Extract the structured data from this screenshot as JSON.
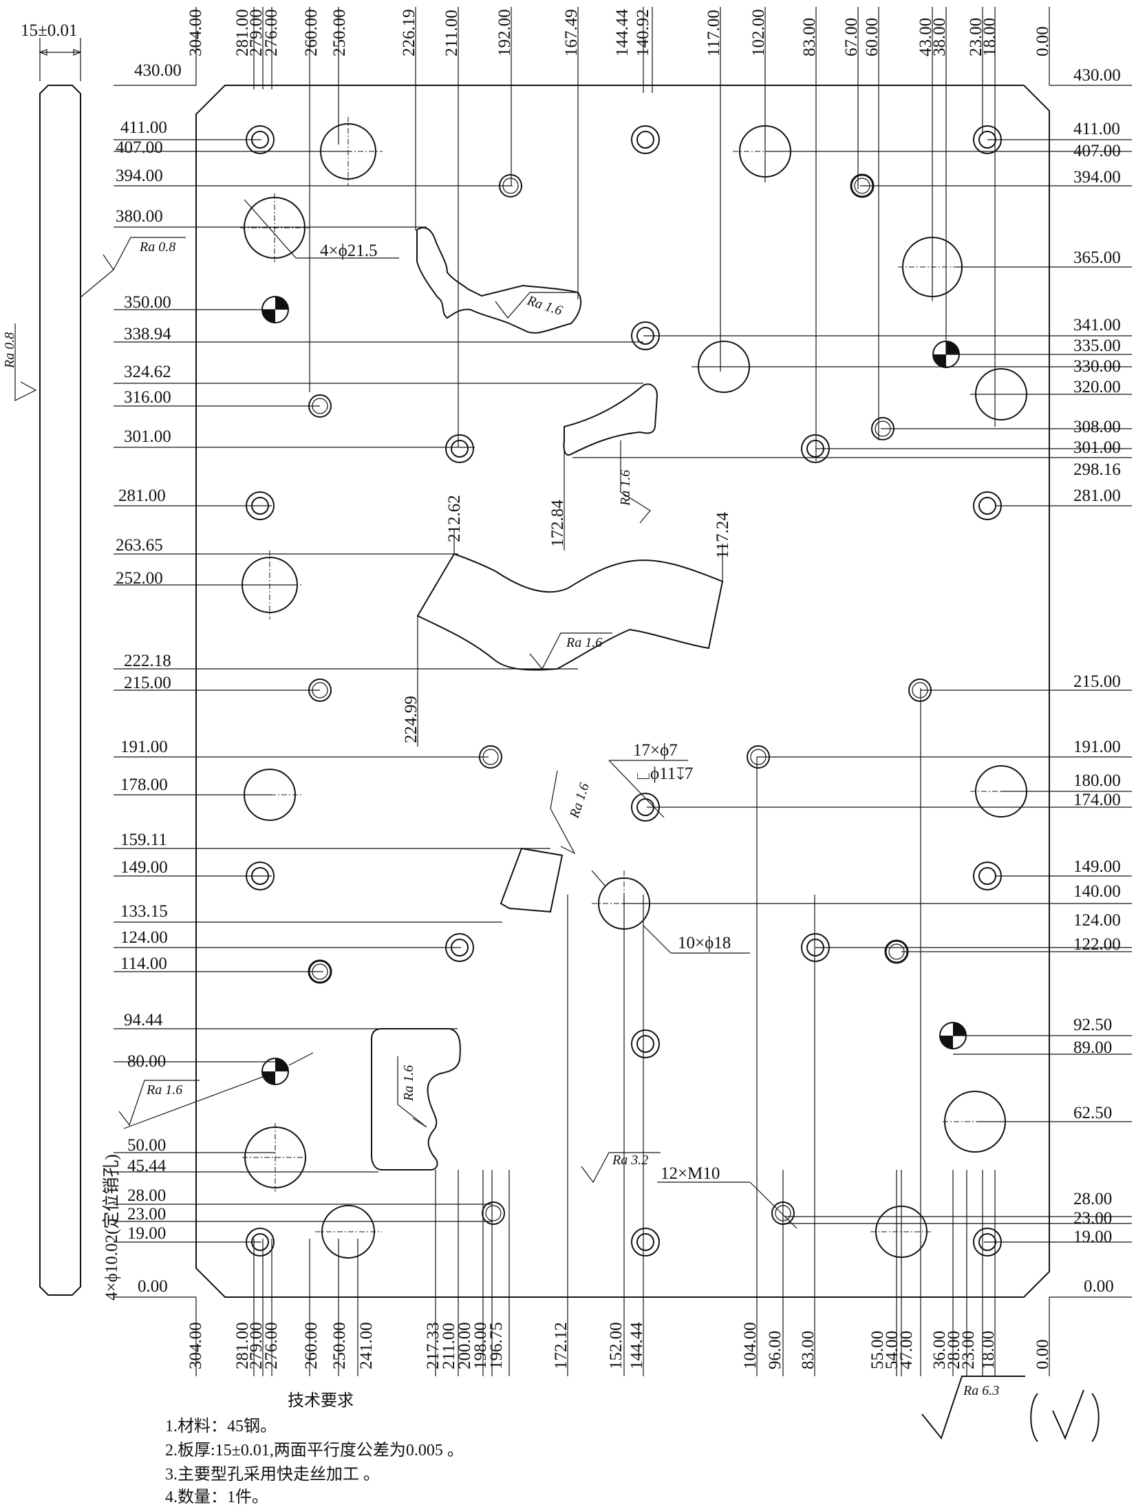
{
  "thickness_dim": "15±0.01",
  "top_labels": [
    "304.00",
    "281.00",
    "279.00",
    "276.00",
    "260.00",
    "250.00",
    "226.19",
    "211.00",
    "192.00",
    "167.49",
    "144.44",
    "140.92",
    "117.00",
    "102.00",
    "83.00",
    "67.00",
    "60.00",
    "43.00",
    "38.00",
    "23.00",
    "18.00",
    "0.00"
  ],
  "bottom_labels": [
    "304.00",
    "281.00",
    "279.00",
    "276.00",
    "260.00",
    "250.00",
    "241.00",
    "217.33",
    "211.00",
    "200.00",
    "198.00",
    "196.75",
    "172.12",
    "152.00",
    "144.44",
    "104.00",
    "96.00",
    "83.00",
    "55.00",
    "54.00",
    "47.00",
    "36.00",
    "28.00",
    "23.00",
    "18.00",
    "0.00"
  ],
  "left_labels": [
    "430.00",
    "411.00",
    "407.00",
    "394.00",
    "380.00",
    "350.00",
    "338.94",
    "324.62",
    "316.00",
    "301.00",
    "281.00",
    "263.65",
    "252.00",
    "222.18",
    "215.00",
    "191.00",
    "178.00",
    "159.11",
    "149.00",
    "133.15",
    "124.00",
    "114.00",
    "94.44",
    "80.00",
    "50.00",
    "45.44",
    "28.00",
    "23.00",
    "19.00",
    "0.00"
  ],
  "right_labels": [
    "430.00",
    "411.00",
    "407.00",
    "394.00",
    "365.00",
    "341.00",
    "335.00",
    "330.00",
    "320.00",
    "308.00",
    "301.00",
    "298.16",
    "281.00",
    "215.00",
    "191.00",
    "180.00",
    "174.00",
    "149.00",
    "140.00",
    "124.00",
    "122.00",
    "92.50",
    "89.00",
    "62.50",
    "28.00",
    "23.00",
    "19.00",
    "0.00"
  ],
  "inner_labels": {
    "d212": "212.62",
    "d117": "117.24",
    "d172": "172.84",
    "d224": "224.99"
  },
  "callouts": {
    "holes_215": "4×ϕ21.5",
    "holes_7": "17×ϕ7",
    "counterbore": "⌴ϕ11↧7",
    "holes_18": "10×ϕ18",
    "threads": "12×M10",
    "pins": "4×ϕ10.02(定位销孔)"
  },
  "roughness": {
    "ra08": "Ra 0.8",
    "ra16": "Ra 1.6",
    "ra32": "Ra 3.2",
    "ra63": "Ra 6.3"
  },
  "notes": {
    "title": "技术要求",
    "line1": "1.材料：45钢。",
    "line2": "2.板厚:15±0.01,两面平行度公差为0.005 。",
    "line3": "3.主要型孔采用快走丝加工 。",
    "line4": "4.数量：1件。"
  }
}
